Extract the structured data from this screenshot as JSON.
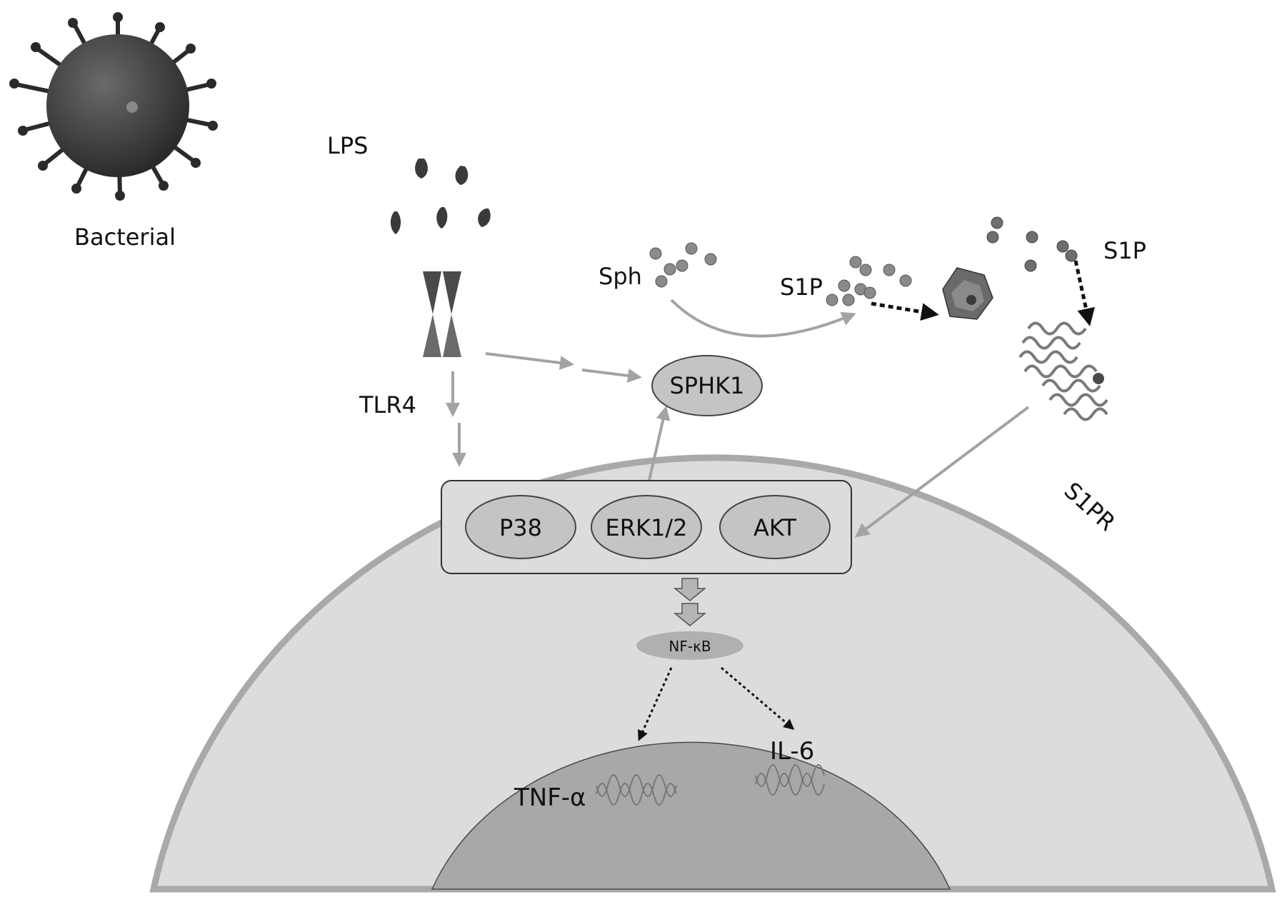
{
  "labels": {
    "bacterial": "Bacterial",
    "lps": "LPS",
    "tlr4": "TLR4",
    "sph": "Sph",
    "s1p_inside": "S1P",
    "s1p_outside": "S1P",
    "s1pr": "S1PR",
    "sphk1": "SPHK1",
    "p38": "P38",
    "erk": "ERK1/2",
    "akt": "AKT",
    "nfkb": "NF-κB",
    "tnf": "TNF-α",
    "il6": "IL-6"
  },
  "colors": {
    "cell_fill": "#dcdcdc",
    "cell_membrane": "#a9a9a9",
    "nucleus_fill": "#a8a8a8",
    "node_fill": "#c4c4c4",
    "arrow_gray": "#a3a3a3",
    "dark": "#3a3a3a"
  }
}
